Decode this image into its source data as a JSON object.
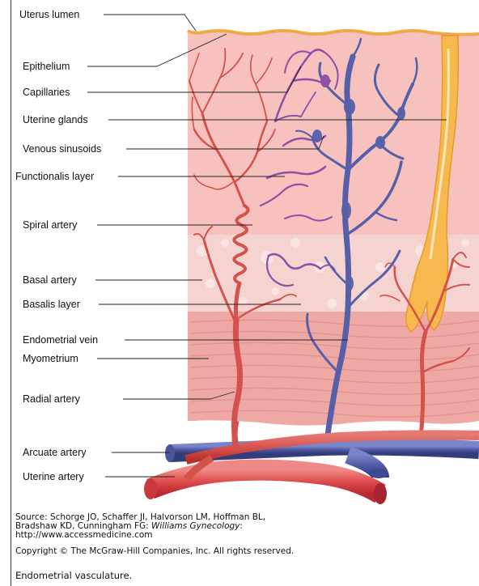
{
  "labels": {
    "uterus_lumen": "Uterus lumen",
    "epithelium": "Epithelium",
    "capillaries": "Capillaries",
    "uterine_glands": "Uterine glands",
    "venous_sinusoids": "Venous sinusoids",
    "functionalis_layer": "Functionalis  layer",
    "spiral_artery": "Spiral artery",
    "basal_artery": "Basal artery",
    "basalis_layer": "Basalis layer",
    "endometrial_vein": "Endometrial vein",
    "myometrium": "Myometrium",
    "radial_artery": "Radial artery",
    "arcuate_artery": "Arcuate artery",
    "uterine_artery": "Uterine artery"
  },
  "source": {
    "line1": "Source: Schorge JO, Schaffer JI, Halvorson LM, Hoffman BL,",
    "line2_prefix": "Bradshaw KD, Cunningham FG: ",
    "line2_title": "Williams Gynecology",
    "line2_suffix": ":",
    "line3": "http://www.accessmedicine.com",
    "copyright": "Copyright © The McGraw-Hill Companies, Inc. All rights reserved."
  },
  "caption": "Endometrial vasculature.",
  "colors": {
    "functionalis": "#f7c1bd",
    "basalis": "#f4cfcb",
    "myometrium": "#eea9a4",
    "epithelium": "#f2a94a",
    "gland": "#f7b94e",
    "artery": "#d9554f",
    "vein": "#5560a8",
    "capillary": "#8e4fa6"
  }
}
